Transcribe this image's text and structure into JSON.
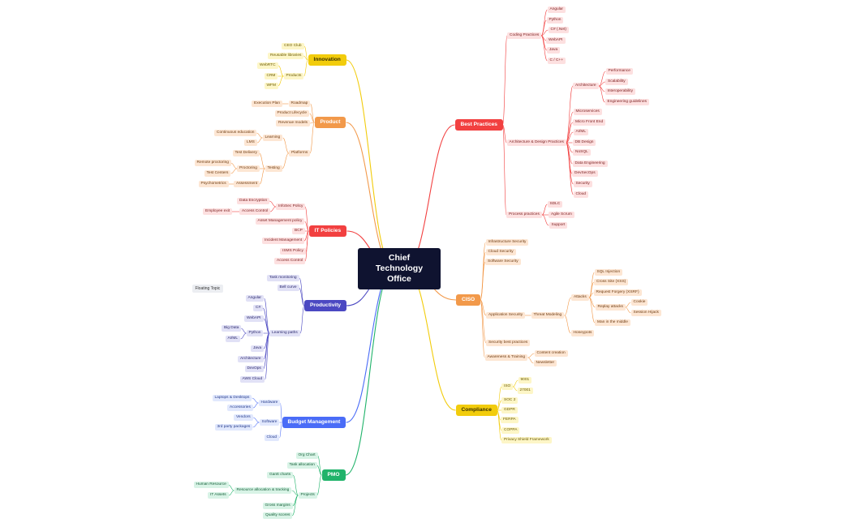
{
  "root": "Chief Technology Office",
  "floating_topic": "Floating Topic",
  "colors": {
    "innovation": "#f2cc0c",
    "product": "#f2994a",
    "itpolicies": "#f24040",
    "productivity": "#4b48c2",
    "budget": "#4a6cf7",
    "pmo": "#20b36a",
    "best": "#f24040",
    "ciso": "#f2994a",
    "compliance": "#f2cc0c"
  },
  "branches": [
    {
      "id": "innovation",
      "side": "left",
      "label": "Innovation",
      "children": [
        {
          "label": "CEO Club"
        },
        {
          "label": "Reusable libraries"
        },
        {
          "label": "Products",
          "children": [
            {
              "label": "WebRTC"
            },
            {
              "label": "CRM"
            },
            {
              "label": "WFM"
            }
          ]
        }
      ]
    },
    {
      "id": "product",
      "side": "left",
      "label": "Product",
      "children": [
        {
          "label": "Roadmap",
          "children": [
            {
              "label": "Execution Plan"
            }
          ]
        },
        {
          "label": "Product Lifecycle"
        },
        {
          "label": "Revenue models"
        },
        {
          "label": "Platforms",
          "children": [
            {
              "label": "Learning",
              "children": [
                {
                  "label": "Continuous education"
                },
                {
                  "label": "LMS"
                }
              ]
            },
            {
              "label": "Testing",
              "children": [
                {
                  "label": "Test Delivery"
                },
                {
                  "label": "Proctoring",
                  "children": [
                    {
                      "label": "Remote proctoring"
                    },
                    {
                      "label": "Test Centers"
                    }
                  ]
                },
                {
                  "label": "Assessment",
                  "children": [
                    {
                      "label": "Psychometrics"
                    }
                  ]
                }
              ]
            }
          ]
        }
      ]
    },
    {
      "id": "itpolicies",
      "side": "left",
      "label": "IT Policies",
      "children": [
        {
          "label": "InfoSec Policy",
          "children": [
            {
              "label": "Data Encryption"
            },
            {
              "label": "Access Control",
              "children": [
                {
                  "label": "Employee exit"
                }
              ]
            }
          ]
        },
        {
          "label": "Asset Management policy"
        },
        {
          "label": "BCP"
        },
        {
          "label": "Incident Management"
        },
        {
          "label": "ISMS Policy"
        },
        {
          "label": "Access Control"
        }
      ]
    },
    {
      "id": "productivity",
      "side": "left",
      "label": "Productivity",
      "children": [
        {
          "label": "Task monitoring"
        },
        {
          "label": "Bell curve"
        },
        {
          "label": "Learning paths",
          "children": [
            {
              "label": "Angular"
            },
            {
              "label": "C#"
            },
            {
              "label": "WebAPI"
            },
            {
              "label": "Python",
              "children": [
                {
                  "label": "Big Data"
                },
                {
                  "label": "AI/ML"
                }
              ]
            },
            {
              "label": "Java"
            },
            {
              "label": "Architecture"
            },
            {
              "label": "DevOps"
            },
            {
              "label": "AWS Cloud"
            }
          ]
        }
      ]
    },
    {
      "id": "budget",
      "side": "left",
      "label": "Budget Management",
      "children": [
        {
          "label": "Hardware",
          "children": [
            {
              "label": "Laptops & Desktops"
            },
            {
              "label": "Accessories"
            }
          ]
        },
        {
          "label": "Software",
          "children": [
            {
              "label": "Vendors"
            },
            {
              "label": "3rd party packages"
            }
          ]
        },
        {
          "label": "Cloud"
        }
      ]
    },
    {
      "id": "pmo",
      "side": "left",
      "label": "PMO",
      "children": [
        {
          "label": "Org Chart"
        },
        {
          "label": "Task allocation"
        },
        {
          "label": "Projects",
          "children": [
            {
              "label": "Gantt charts"
            },
            {
              "label": "Resource allocation & tracking",
              "children": [
                {
                  "label": "Human Resource"
                },
                {
                  "label": "IT Assets"
                }
              ]
            },
            {
              "label": "Gross margins"
            },
            {
              "label": "Quality scores"
            }
          ]
        }
      ]
    },
    {
      "id": "best",
      "side": "right",
      "label": "Best Practices",
      "children": [
        {
          "label": "Coding Practices",
          "children": [
            {
              "label": "Angular"
            },
            {
              "label": "Python"
            },
            {
              "label": "C# (.Net)"
            },
            {
              "label": "WebAPI"
            },
            {
              "label": "Java"
            },
            {
              "label": "C / C++"
            }
          ]
        },
        {
          "label": "Architecture & Design Practices",
          "children": [
            {
              "label": "Architecture",
              "children": [
                {
                  "label": "Performance"
                },
                {
                  "label": "Scalability"
                },
                {
                  "label": "Interoperability"
                },
                {
                  "label": "Engineering guidelines"
                }
              ]
            },
            {
              "label": "Microservices"
            },
            {
              "label": "Micro Front End"
            },
            {
              "label": "AI/ML"
            },
            {
              "label": "DB Design"
            },
            {
              "label": "NoSQL"
            },
            {
              "label": "Data Engineering"
            },
            {
              "label": "DevSecOps"
            },
            {
              "label": "Security"
            },
            {
              "label": "Cloud"
            }
          ]
        },
        {
          "label": "Process practices",
          "children": [
            {
              "label": "SDLC"
            },
            {
              "label": "Agile Scrum"
            },
            {
              "label": "Support"
            }
          ]
        }
      ]
    },
    {
      "id": "ciso",
      "side": "right",
      "label": "CISO",
      "children": [
        {
          "label": "Infrastructure Security"
        },
        {
          "label": "Cloud Security"
        },
        {
          "label": "Software Security"
        },
        {
          "label": "Application Security",
          "children": [
            {
              "label": "Threat Modeling",
              "children": [
                {
                  "label": "Attacks",
                  "children": [
                    {
                      "label": "SQL Injection"
                    },
                    {
                      "label": "Cross Site (XSS)"
                    },
                    {
                      "label": "Request Forgery (XSRF)"
                    },
                    {
                      "label": "Replay attacks",
                      "children": [
                        {
                          "label": "Cookie"
                        },
                        {
                          "label": "Session Hijack"
                        }
                      ]
                    },
                    {
                      "label": "Man in the middle"
                    }
                  ]
                },
                {
                  "label": "Honeypots"
                }
              ]
            }
          ]
        },
        {
          "label": "Security best practices"
        },
        {
          "label": "Awareness & Training",
          "children": [
            {
              "label": "Content creation"
            },
            {
              "label": "Newsletter"
            }
          ]
        }
      ]
    },
    {
      "id": "compliance",
      "side": "right",
      "label": "Compliance",
      "children": [
        {
          "label": "ISO",
          "children": [
            {
              "label": "9001"
            },
            {
              "label": "27001"
            }
          ]
        },
        {
          "label": "SOC 2"
        },
        {
          "label": "GDPR"
        },
        {
          "label": "FERPA"
        },
        {
          "label": "COPPA"
        },
        {
          "label": "Privacy Shield Framework"
        }
      ]
    }
  ]
}
